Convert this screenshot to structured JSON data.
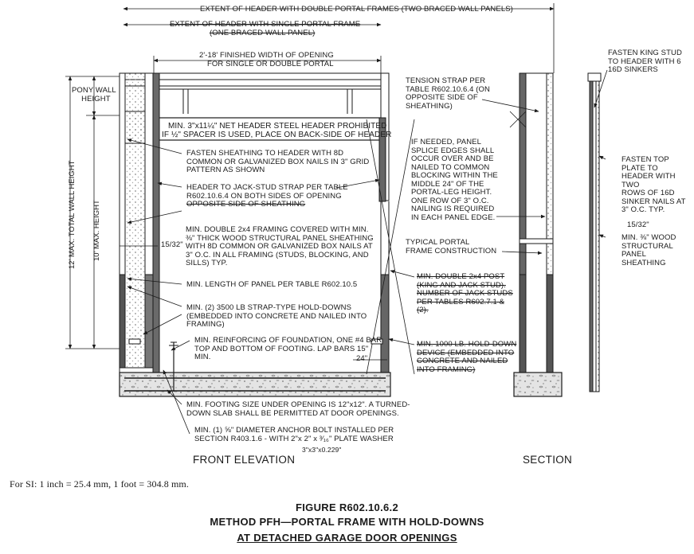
{
  "dimensions": {
    "extent_double": "EXTENT OF HEADER WITH DOUBLE PORTAL FRAMES (TWO BRACED WALL PANELS)",
    "extent_single": [
      "EXTENT OF HEADER WITH SINGLE PORTAL FRAME",
      "(ONE BRACED WALL PANEL)"
    ],
    "opening_width": [
      "2'-18' FINISHED WIDTH OF OPENING",
      "FOR SINGLE OR DOUBLE PORTAL"
    ],
    "pony_wall": [
      "PONY WALL",
      "HEIGHT"
    ],
    "total_wall": "12' MAX. TOTAL WALL HEIGHT",
    "max_height": "10' MAX. HEIGHT",
    "sheathing_thickness": "15/32\"",
    "lap": "24\"",
    "nail_spec": "3\"x3\"x0.229\"",
    "section_thickness": "15/32\""
  },
  "notes": {
    "header_prohibited": [
      "MIN. 3\"x11¼\" NET HEADER STEEL HEADER PROHIBITED",
      "IF ½\" SPACER IS USED, PLACE ON BACK-SIDE OF HEADER"
    ],
    "fasten_sheathing": [
      "FASTEN SHEATHING TO HEADER WITH 8D",
      "COMMON OR GALVANIZED BOX NAILS IN 3\" GRID",
      "PATTERN AS SHOWN"
    ],
    "header_strap": [
      "HEADER TO JACK-STUD STRAP PER TABLE",
      "R602.10.6.4 ON BOTH SIDES OF OPENING",
      "OPPOSITE SIDE OF SHEATHING"
    ],
    "double_framing": [
      "MIN. DOUBLE 2x4 FRAMING COVERED WITH MIN.",
      "⅜\" THICK WOOD STRUCTURAL PANEL SHEATHING",
      "WITH 8D COMMON OR GALVANIZED BOX NAILS AT",
      "3\" O.C. IN ALL FRAMING (STUDS, BLOCKING, AND",
      "SILLS) TYP."
    ],
    "min_length": "MIN. LENGTH OF PANEL PER TABLE R602.10.5",
    "hold_downs": [
      "MIN. (2) 3500 LB STRAP-TYPE HOLD-DOWNS",
      "(EMBEDDED INTO CONCRETE AND NAILED INTO",
      "FRAMING)"
    ],
    "reinforcing": [
      "MIN. REINFORCING OF FOUNDATION, ONE #4 BAR",
      "TOP AND BOTTOM OF FOOTING. LAP BARS 15\"",
      "MIN."
    ],
    "footing_size": [
      "MIN. FOOTING SIZE UNDER OPENING IS 12\"x12\". A TURNED-",
      "DOWN SLAB SHALL BE PERMITTED AT DOOR OPENINGS."
    ],
    "anchor_bolt": [
      "MIN. (1) ⅝\" DIAMETER ANCHOR BOLT INSTALLED PER",
      "SECTION R403.1.6 - WITH 2\"x 2\" x ³⁄₁₆\" PLATE WASHER"
    ],
    "tension_strap": [
      "TENSION STRAP PER",
      "TABLE R602.10.6.4 (ON",
      "OPPOSITE SIDE OF",
      "SHEATHING)"
    ],
    "splice_edges": [
      "IF NEEDED, PANEL",
      "SPLICE EDGES SHALL",
      "OCCUR OVER AND BE",
      "NAILED TO COMMON",
      "BLOCKING WITHIN THE",
      "MIDDLE 24\" OF THE",
      "PORTAL-LEG HEIGHT.",
      "ONE ROW OF 3\" O.C.",
      "NAILING IS REQUIRED",
      "IN EACH PANEL EDGE."
    ],
    "typical_portal": [
      "TYPICAL PORTAL",
      "FRAME CONSTRUCTION"
    ],
    "double_post": [
      "MIN. DOUBLE 2x4 POST",
      "(KING AND JACK STUD).",
      "NUMBER OF JACK STUDS",
      "PER TABLES R602.7.1 &",
      "(2)."
    ],
    "holddown_device": [
      "MIN. 1000 LB. HOLD-DOWN",
      "DEVICE (EMBEDDED INTO",
      "CONCRETE AND NAILED",
      "INTO FRAMING)"
    ],
    "fasten_king": [
      "FASTEN KING STUD",
      "TO HEADER WITH 6",
      "16D SINKERS"
    ],
    "fasten_top": [
      "FASTEN TOP",
      "PLATE TO",
      "HEADER WITH",
      "TWO",
      "ROWS OF 16D",
      "SINKER NAILS AT",
      "3\" O.C. TYP."
    ],
    "section_sheathing": [
      "MIN. ⅜\" WOOD",
      "STRUCTURAL",
      "PANEL",
      "SHEATHING"
    ]
  },
  "views": {
    "front": "FRONT ELEVATION",
    "section": "SECTION"
  },
  "units_note": "For SI: 1 inch = 25.4 mm, 1 foot = 304.8 mm.",
  "figure": {
    "number": "FIGURE R602.10.6.2",
    "title": "METHOD PFH—PORTAL FRAME WITH HOLD-DOWNS",
    "subtitle": "AT DETACHED GARAGE DOOR OPENINGS"
  },
  "colors": {
    "line": "#1a1a1a",
    "framing": "#555555",
    "sheathing_dots": "#9a9a9a",
    "concrete": "#d8d8d8"
  }
}
